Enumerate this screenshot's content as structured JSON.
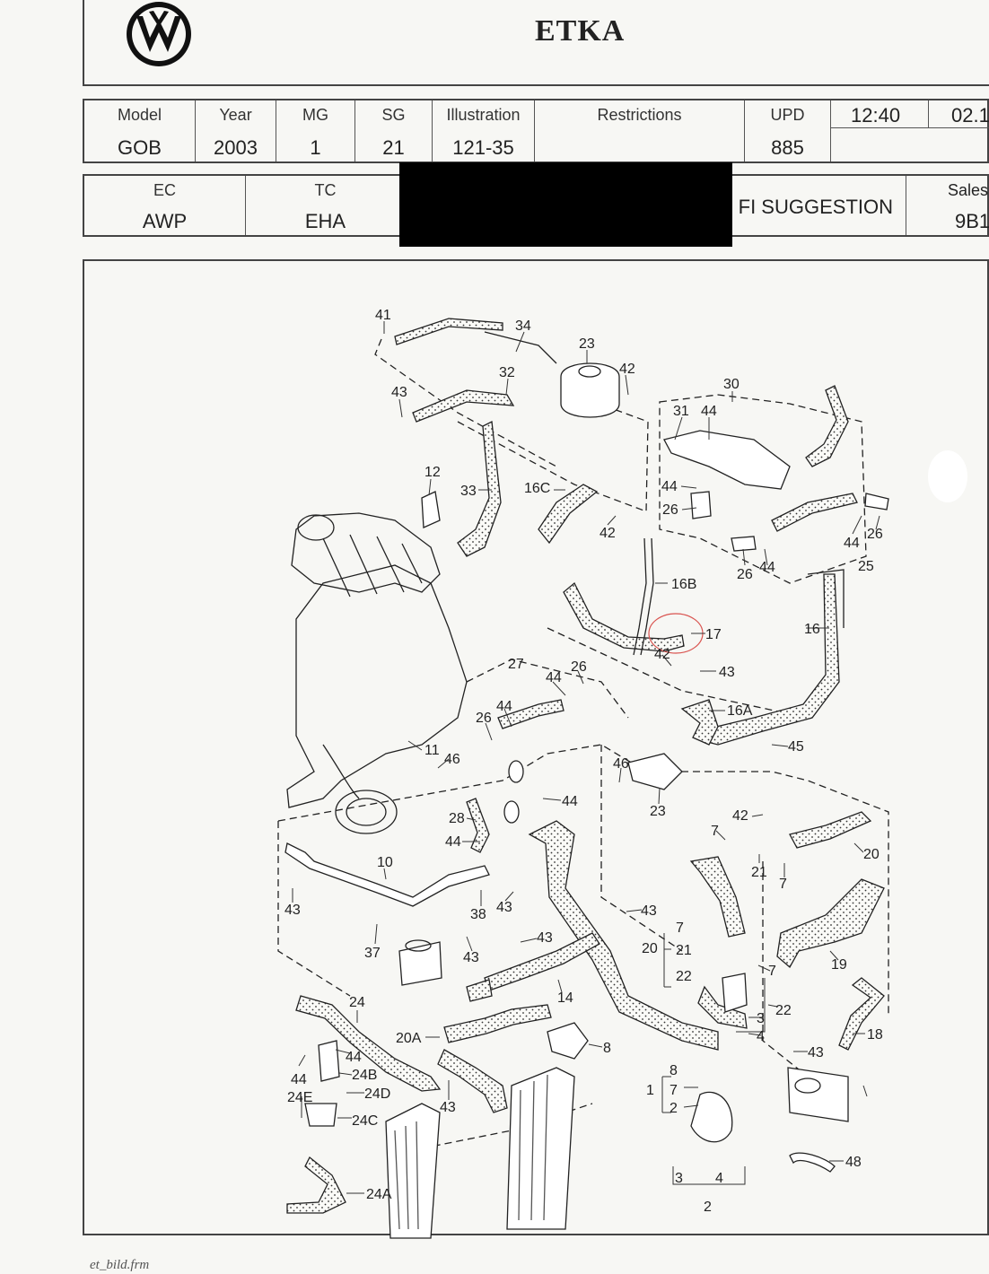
{
  "header": {
    "brand_icon": "vw-logo-icon",
    "title": "ETKA"
  },
  "table1": {
    "model": {
      "label": "Model",
      "value": "GOB"
    },
    "year": {
      "label": "Year",
      "value": "2003"
    },
    "mg": {
      "label": "MG",
      "value": "1"
    },
    "sg": {
      "label": "SG",
      "value": "21"
    },
    "illustration": {
      "label": "Illustration",
      "value": "121-35"
    },
    "restrictions": {
      "label": "Restrictions",
      "value": ""
    },
    "upd": {
      "label": "UPD",
      "value": "885"
    },
    "time": "12:40",
    "date": "02.1"
  },
  "table2": {
    "ec": {
      "label": "EC",
      "value": "AWP"
    },
    "tc": {
      "label": "TC",
      "value": "EHA"
    },
    "fi": "FI SUGGESTION",
    "sales": {
      "label": "Sales",
      "value": "9B1"
    }
  },
  "diagram": {
    "part_labels": [
      "41",
      "34",
      "23",
      "42",
      "43",
      "32",
      "30",
      "31",
      "44",
      "44",
      "26",
      "12",
      "33",
      "16C",
      "42",
      "44",
      "26",
      "26",
      "44",
      "25",
      "16B",
      "17",
      "16",
      "42",
      "43",
      "27",
      "44",
      "26",
      "44",
      "26",
      "16A",
      "45",
      "11",
      "46",
      "46",
      "44",
      "23",
      "28",
      "44",
      "42",
      "7",
      "20",
      "21",
      "7",
      "10",
      "43",
      "38",
      "43",
      "43",
      "37",
      "43",
      "43",
      "7",
      "20",
      "21",
      "22",
      "7",
      "19",
      "14",
      "22",
      "3",
      "4",
      "24",
      "20A",
      "8",
      "43",
      "18",
      "44",
      "44",
      "24B",
      "24E",
      "24D",
      "24C",
      "43",
      "8",
      "7",
      "2",
      "1",
      "48",
      "24A",
      "3",
      "4",
      "2"
    ],
    "highlight_color": "#d9534f"
  },
  "footer": {
    "text": "et_bild.frm"
  }
}
